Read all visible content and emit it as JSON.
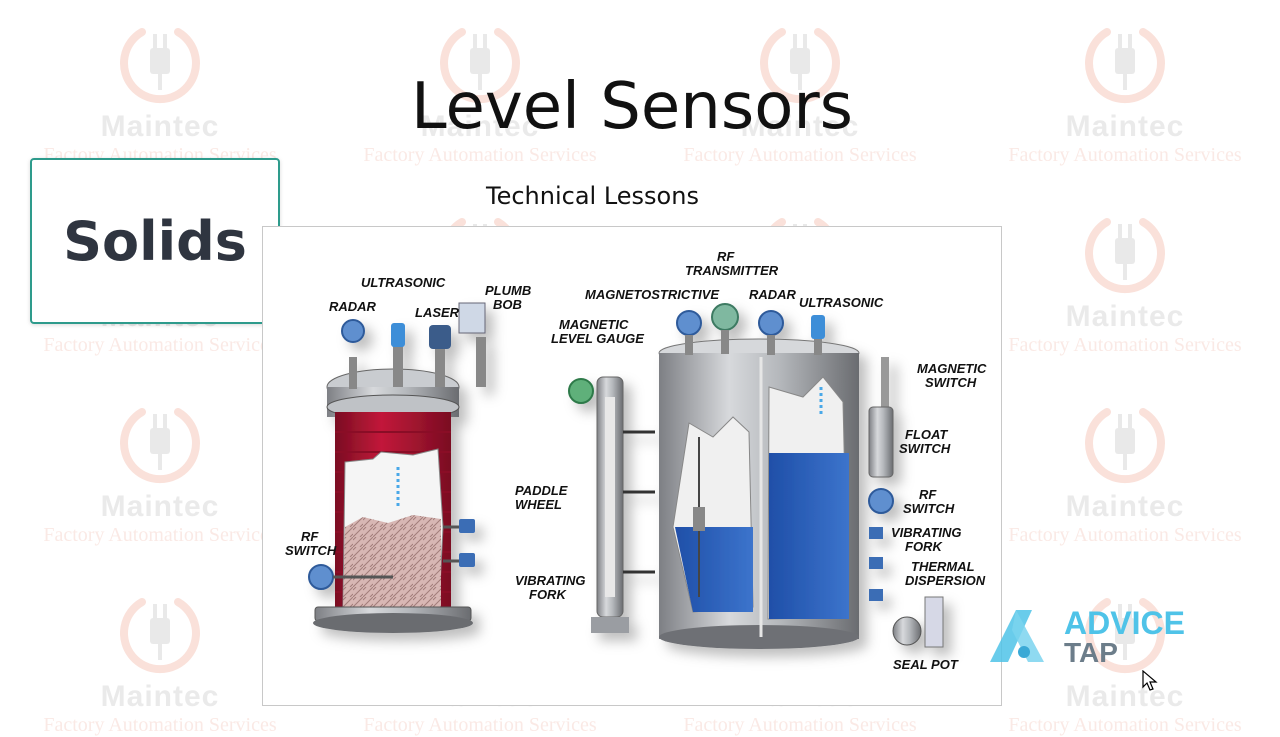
{
  "watermark": {
    "name": "Maintec",
    "tagline": "Factory Automation Services"
  },
  "slide": {
    "title": "Level Sensors",
    "subtitle": "Technical Lessons",
    "badge": "Solids"
  },
  "diagram": {
    "labels": {
      "radar_left": "RADAR",
      "ultrasonic_left": "ULTRASONIC",
      "laser": "LASER",
      "plumb_bob_1": "PLUMB",
      "plumb_bob_2": "BOB",
      "paddle_wheel_1": "PADDLE",
      "paddle_wheel_2": "WHEEL",
      "rf_switch_left_1": "RF",
      "rf_switch_left_2": "SWITCH",
      "vibrating_fork_left_1": "VIBRATING",
      "vibrating_fork_left_2": "FORK",
      "magnetic_gauge_1": "MAGNETIC",
      "magnetic_gauge_2": "LEVEL GAUGE",
      "magnetostrictive": "MAGNETOSTRICTIVE",
      "rf_transmitter_1": "RF",
      "rf_transmitter_2": "TRANSMITTER",
      "radar_right": "RADAR",
      "ultrasonic_right": "ULTRASONIC",
      "magnetic_switch_1": "MAGNETIC",
      "magnetic_switch_2": "SWITCH",
      "float_switch_1": "FLOAT",
      "float_switch_2": "SWITCH",
      "rf_switch_right_1": "RF",
      "rf_switch_right_2": "SWITCH",
      "vibrating_fork_right_1": "VIBRATING",
      "vibrating_fork_right_2": "FORK",
      "thermal_1": "THERMAL",
      "thermal_2": "DISPERSION",
      "seal_pot": "SEAL POT"
    }
  },
  "brand": {
    "line1": "ADVICE",
    "line2": "TAP",
    "color": "#4fc3e8"
  }
}
